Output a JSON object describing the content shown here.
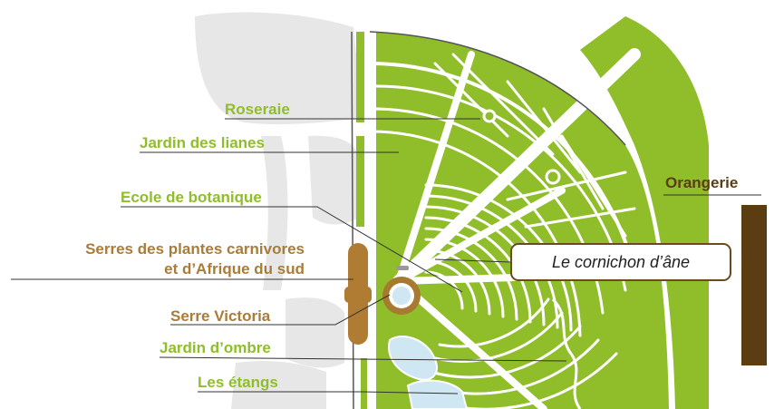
{
  "labels": {
    "roseraie": "Roseraie",
    "jardin_lianes": "Jardin des lianes",
    "ecole_botanique": "Ecole de botanique",
    "serres_line1": "Serres des plantes carnivores",
    "serres_line2": "et d’Afrique du sud",
    "serre_victoria": "Serre Victoria",
    "jardin_ombre": "Jardin d’ombre",
    "etangs": "Les étangs",
    "orangerie": "Orangerie",
    "cornichon": "Le cornichon d’âne"
  },
  "colors": {
    "garden_green": "#8fbe2a",
    "label_green": "#8fbe2a",
    "label_brown": "#a97c3a",
    "orangerie_brown": "#5c3d12",
    "greenhouse_brown": "#b07c34",
    "path_grey": "#e6e6e6",
    "pond_blue": "#cfe6f3"
  }
}
